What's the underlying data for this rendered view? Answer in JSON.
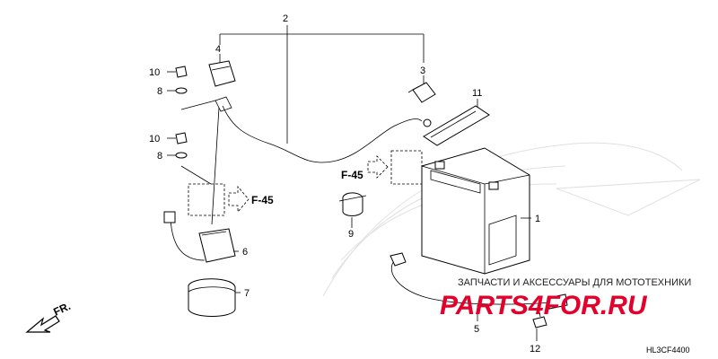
{
  "callouts": {
    "c1": "1",
    "c2": "2",
    "c3": "3",
    "c4": "4",
    "c5": "5",
    "c6": "6",
    "c7": "7",
    "c8a": "8",
    "c8b": "8",
    "c9": "9",
    "c10a": "10",
    "c10b": "10",
    "c11": "11",
    "c12": "12"
  },
  "refs": {
    "left": "F-45",
    "right": "F-45"
  },
  "direction_label": "FR.",
  "diagram_code": "HL3CF4400",
  "watermark": {
    "caption": "ЗАПЧАСТИ И АКСЕССУАРЫ ДЛЯ МОТОТЕХНИКИ",
    "logo_text": "PARTS4FOR.RU",
    "color": "#e3002b"
  }
}
